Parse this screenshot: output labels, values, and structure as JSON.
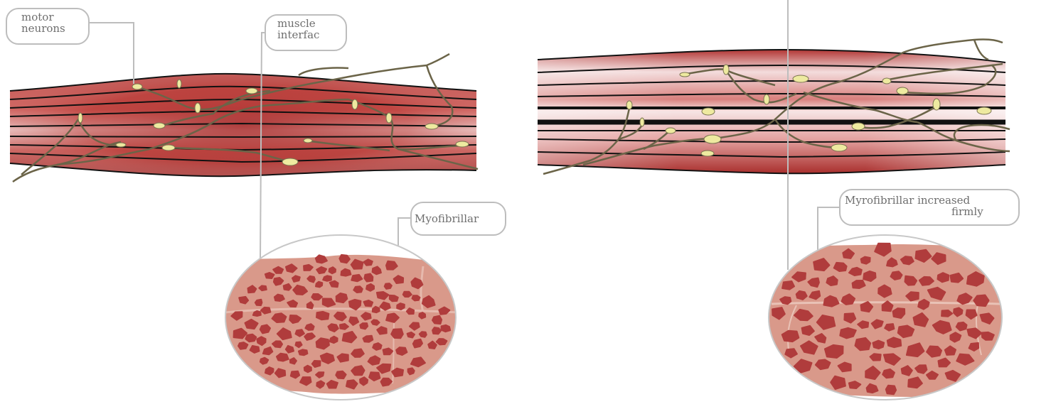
{
  "labels": {
    "motor_line1": "motor",
    "motor_line2": "neurons",
    "muscle_line1": "muscle",
    "muscle_line2": "interfac",
    "myofibrillar": "Myofibrillar",
    "increased_line1": "Myrofibrillar increased",
    "increased_line2": "firmly"
  },
  "colors": {
    "muscle_dark": "#a52b2b",
    "muscle_light": "#f3dede",
    "fiber_line": "#111111",
    "nerve": "#6b6448",
    "nerve_ending": "#eeeaa0",
    "cross_section_bg": "#d9998a",
    "myofibril": "#b03c3c",
    "callout_border": "#bdbdbd"
  }
}
